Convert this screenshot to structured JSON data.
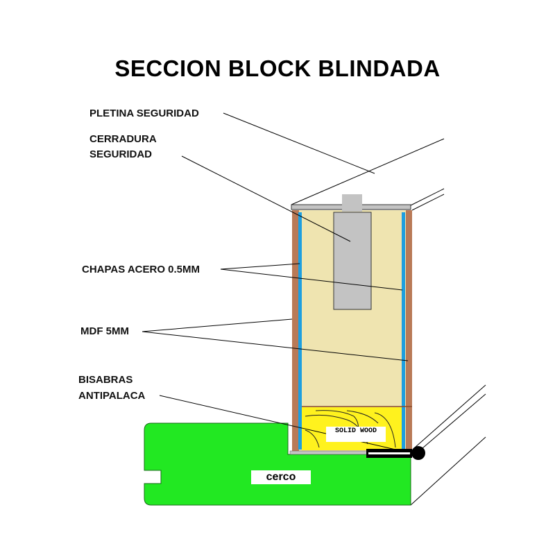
{
  "title": "SECCION BLOCK BLINDADA",
  "labels": {
    "pletina": "PLETINA SEGURIDAD",
    "cerradura_1": "CERRADURA",
    "cerradura_2": "SEGURIDAD",
    "chapas": "CHAPAS ACERO 0.5MM",
    "mdf": "MDF 5MM",
    "bisagras_1": "BISABRAS",
    "bisagras_2": "ANTIPALACA",
    "solid_wood": "SOLID WOOD",
    "cerco": "cerco"
  },
  "colors": {
    "frame_green": "#22E822",
    "mdf_brown": "#B97A57",
    "steel_blue": "#1E9FE0",
    "core_cream": "#EFE4B0",
    "solid_wood_yellow": "#FFF21E",
    "lock_gray": "#C3C3C3"
  }
}
